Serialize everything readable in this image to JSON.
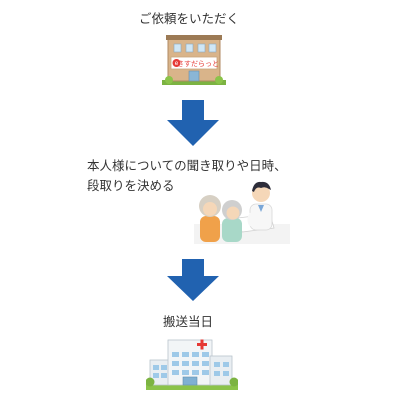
{
  "steps": [
    {
      "label": "ご依頼をいただく",
      "illustration": "office-building-icon",
      "sign_text": "さすだらっと"
    },
    {
      "label_lines": [
        "本人様についての聞き取りや日時、",
        "段取りを決める"
      ],
      "illustration": "consultation-meeting-icon"
    },
    {
      "label": "搬送当日",
      "illustration": "hospital-building-icon"
    }
  ],
  "colors": {
    "arrow": "#2162b0",
    "text": "#333333"
  }
}
